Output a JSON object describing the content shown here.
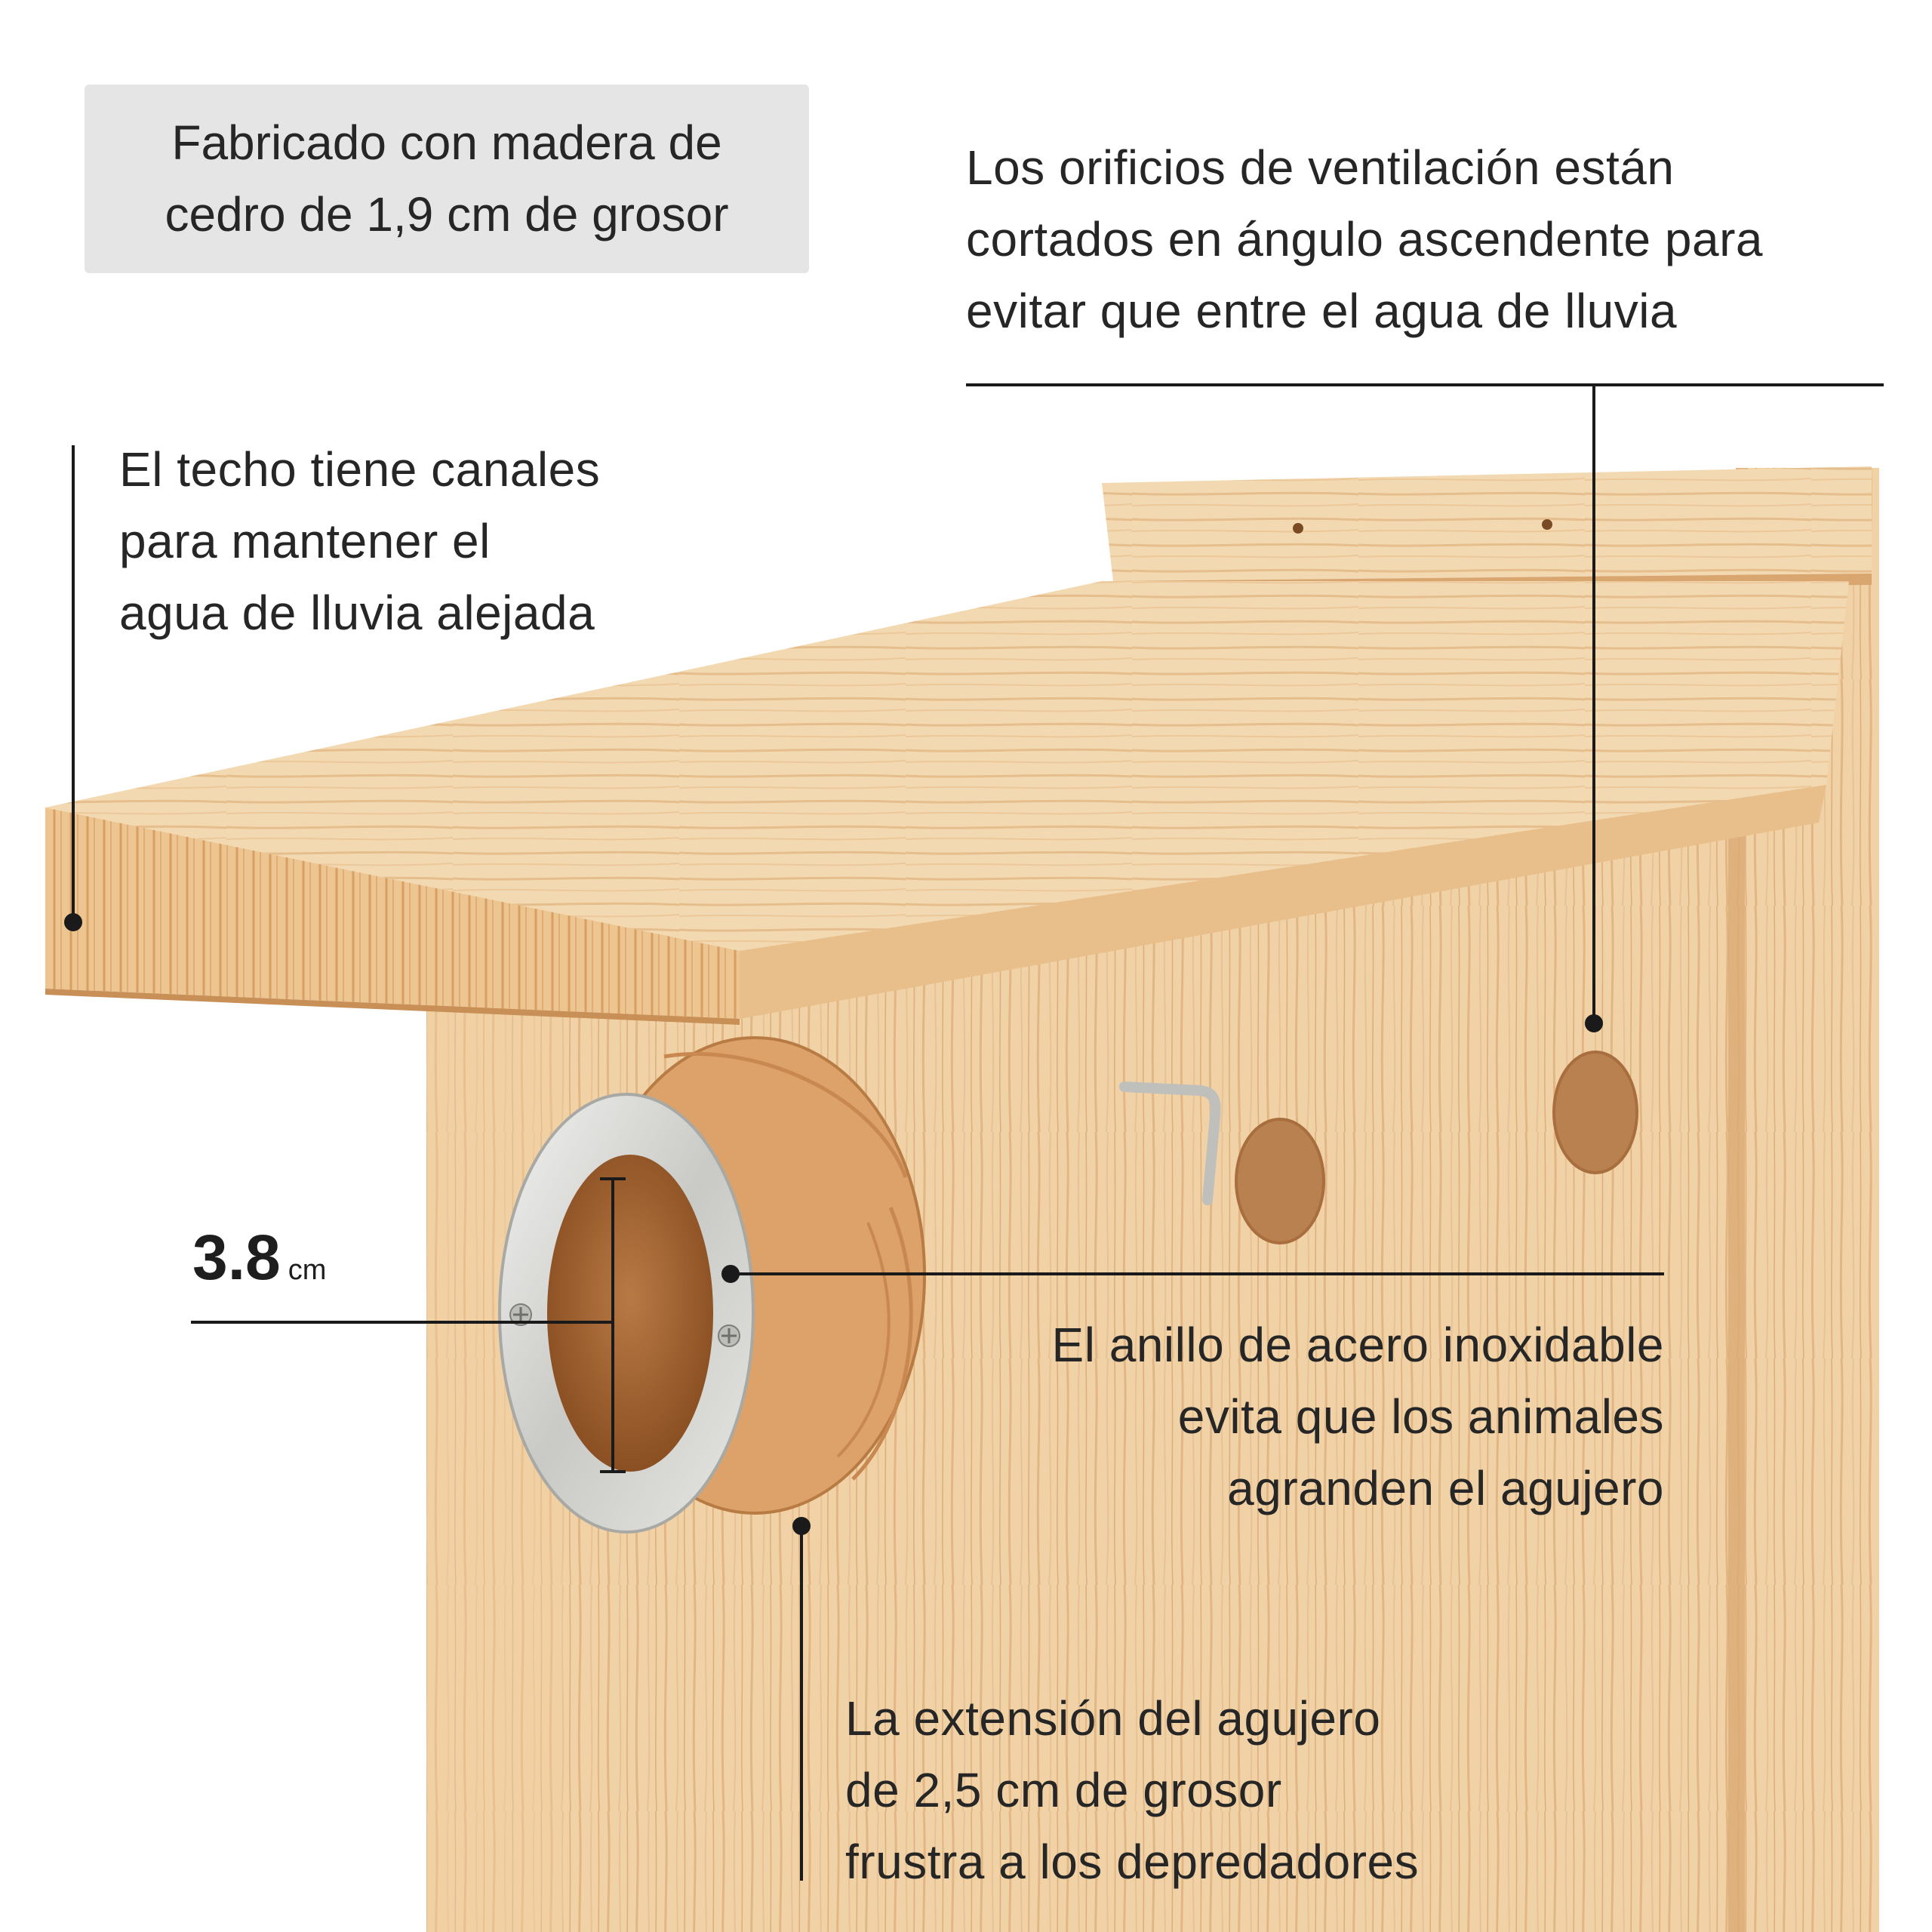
{
  "callouts": {
    "material": {
      "lines": [
        "Fabricado con madera de",
        "cedro de 1,9 cm de grosor"
      ]
    },
    "ventilation": {
      "lines": [
        "Los orificios de ventilación están",
        "cortados en ángulo ascendente para",
        "evitar que entre el agua de lluvia"
      ]
    },
    "roof": {
      "lines": [
        "El techo tiene canales",
        "para mantener el",
        "agua de lluvia alejada"
      ]
    },
    "steel_ring": {
      "lines": [
        "El anillo de acero inoxidable",
        "evita que los animales",
        "agranden el agujero"
      ]
    },
    "extension": {
      "lines": [
        "La extensión del agujero",
        "de 2,5 cm de grosor",
        "frustra a los depredadores"
      ]
    }
  },
  "dimension": {
    "value": "3.8",
    "unit": "cm"
  },
  "colors": {
    "background": "#ffffff",
    "wood_light": "#f3d7b0",
    "wood_mid": "#e9c08a",
    "wood_dark": "#c98e55",
    "steel": "#d9d9d6",
    "leader": "#1a1a1a",
    "note_box": "#e5e5e5"
  }
}
